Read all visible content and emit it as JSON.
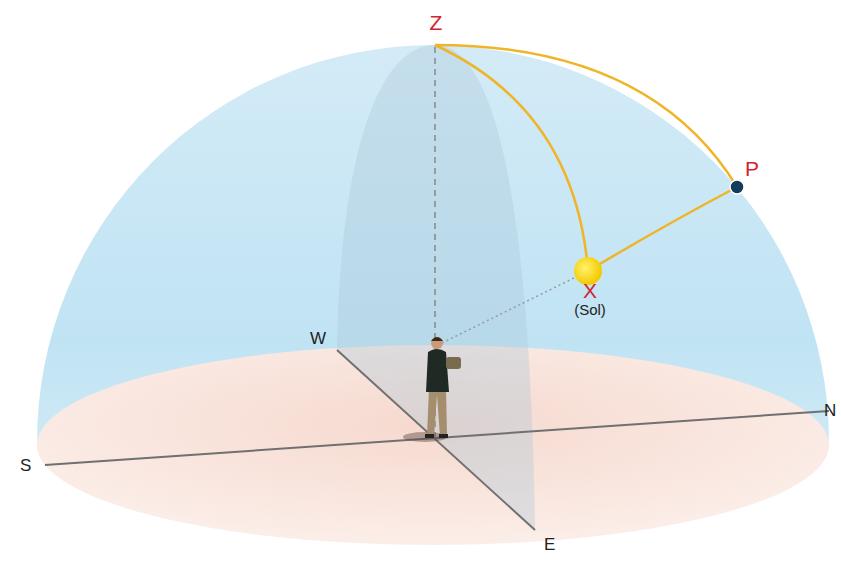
{
  "diagram": {
    "labels": [
      "Z",
      "P",
      "X",
      "(Sol)",
      "W",
      "N",
      "S",
      "E"
    ]
  }
}
